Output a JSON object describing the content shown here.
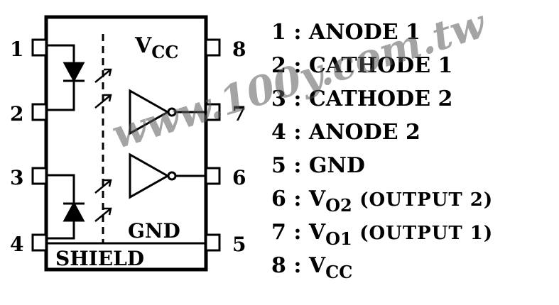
{
  "package": {
    "pins_left": [
      "1",
      "2",
      "3",
      "4"
    ],
    "pins_right": [
      "8",
      "7",
      "6",
      "5"
    ],
    "vcc_label": "V",
    "vcc_sub": "CC",
    "gnd_label": "GND",
    "shield_label": "SHIELD"
  },
  "legend": [
    {
      "num": "1",
      "sep": ":",
      "name": "ANODE 1"
    },
    {
      "num": "2",
      "sep": ":",
      "name": "CATHODE 1"
    },
    {
      "num": "3",
      "sep": ":",
      "name": "CATHODE 2"
    },
    {
      "num": "4",
      "sep": ":",
      "name": "ANODE 2"
    },
    {
      "num": "5",
      "sep": ":",
      "name": "GND"
    },
    {
      "num": "6",
      "sep": ":",
      "name": "V",
      "sub": "O2",
      "desc": "(OUTPUT 2)"
    },
    {
      "num": "7",
      "sep": ":",
      "name": "V",
      "sub": "O1",
      "desc": "(OUTPUT 1)"
    },
    {
      "num": "8",
      "sep": ":",
      "name": "V",
      "sub": "CC"
    }
  ],
  "watermark": "www.100y.com.tw"
}
